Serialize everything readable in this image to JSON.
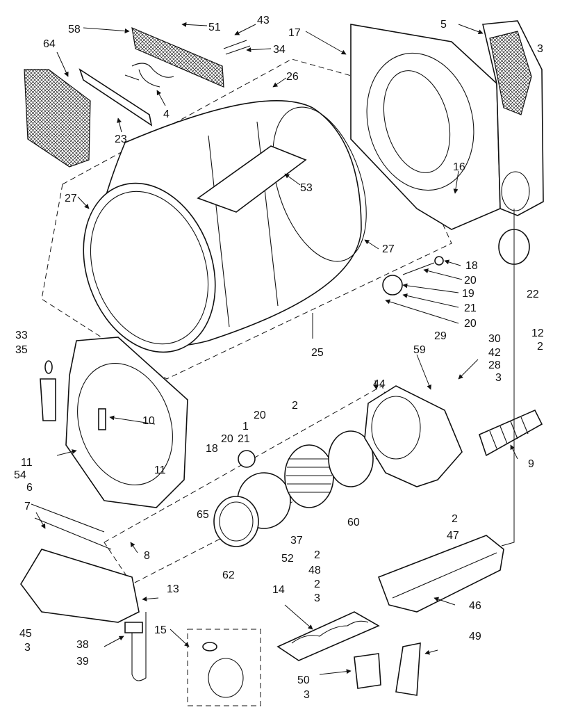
{
  "callouts": [
    "58",
    "64",
    "51",
    "43",
    "34",
    "4",
    "23",
    "26",
    "17",
    "5",
    "3",
    "27",
    "53",
    "27",
    "16",
    "18",
    "20",
    "19",
    "21",
    "20",
    "22",
    "25",
    "33",
    "35",
    "10",
    "11",
    "11",
    "54",
    "6",
    "7",
    "8",
    "2",
    "59",
    "29",
    "30",
    "42",
    "28",
    "3",
    "12",
    "2",
    "44",
    "9",
    "1",
    "21",
    "20",
    "20",
    "18",
    "65",
    "60",
    "37",
    "52",
    "62",
    "2",
    "47",
    "2",
    "48",
    "2",
    "3",
    "46",
    "49",
    "13",
    "14",
    "45",
    "3",
    "38",
    "39",
    "15",
    "50",
    "3"
  ]
}
